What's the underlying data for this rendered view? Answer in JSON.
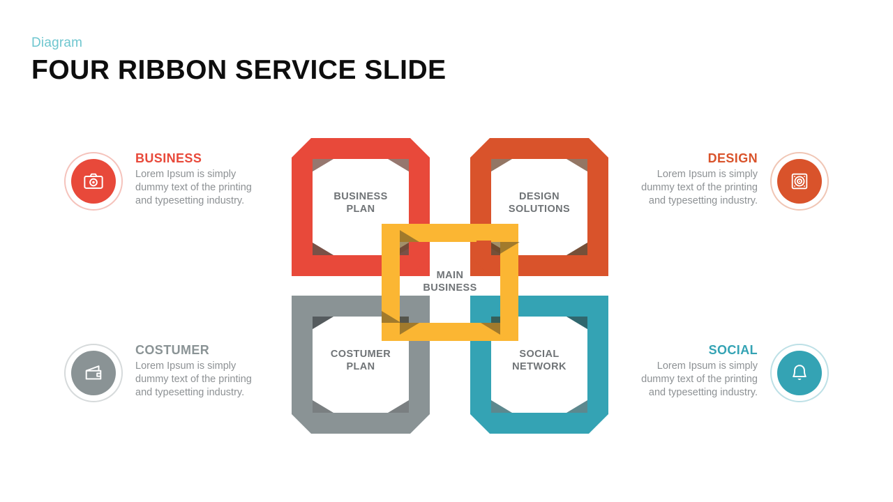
{
  "header": {
    "kicker": "Diagram",
    "title": "FOUR RIBBON SERVICE SLIDE",
    "kicker_color": "#6ec6cf"
  },
  "palette": {
    "red": "#e8493a",
    "orange": "#d9532b",
    "gray": "#8a9395",
    "teal": "#34a3b4",
    "yellow": "#fbb633",
    "label_gray": "#6f7376",
    "body_gray": "#8d9194"
  },
  "info_blocks": [
    {
      "position": "top-left",
      "title": "BUSINESS",
      "body": "Lorem Ipsum is simply dummy text of the printing and typesetting industry.",
      "color": "#e8493a",
      "icon": "camera-icon"
    },
    {
      "position": "bottom-left",
      "title": "COSTUMER",
      "body": "Lorem Ipsum is simply dummy text of the printing and typesetting industry.",
      "color": "#8a9395",
      "icon": "wallet-icon"
    },
    {
      "position": "top-right",
      "title": "DESIGN",
      "body": "Lorem Ipsum is simply dummy text of the printing and typesetting industry.",
      "color": "#d9532b",
      "icon": "aperture-icon"
    },
    {
      "position": "bottom-right",
      "title": "SOCIAL",
      "body": "Lorem Ipsum is simply dummy text of the printing and typesetting industry.",
      "color": "#34a3b4",
      "icon": "bell-icon"
    }
  ],
  "diagram": {
    "type": "interlocking-ribbon-squares",
    "center_label_line1": "MAIN",
    "center_label_line2": "BUSINESS",
    "ribbons": [
      {
        "position": "top-left",
        "line1": "BUSINESS",
        "line2": "PLAN",
        "color": "#e8493a"
      },
      {
        "position": "top-right",
        "line1": "DESIGN",
        "line2": "SOLUTIONS",
        "color": "#d9532b"
      },
      {
        "position": "bottom-left",
        "line1": "COSTUMER",
        "line2": "PLAN",
        "color": "#8a9395"
      },
      {
        "position": "bottom-right",
        "line1": "SOCIAL",
        "line2": "NETWORK",
        "color": "#34a3b4"
      },
      {
        "position": "center",
        "line1": "MAIN",
        "line2": "BUSINESS",
        "color": "#fbb633"
      }
    ]
  }
}
